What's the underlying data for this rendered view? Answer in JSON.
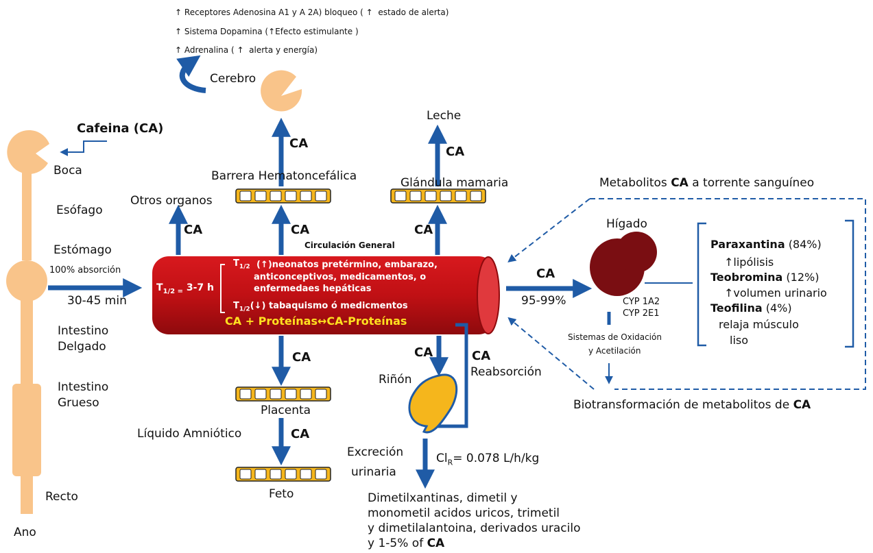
{
  "brain_effects": {
    "line1": "Receptores Adenosina A1 y A 2A) bloqueo (",
    "line1_tail": "estado de alerta)",
    "line2": "Sistema Dopamina (",
    "line2_tail": "Efecto estimulante )",
    "line3": "Adrenalina (",
    "line3_tail": "alerta y energía)"
  },
  "labels": {
    "cerebro": "Cerebro",
    "cafeina": "Cafeina (CA)",
    "boca": "Boca",
    "esofago": "Esófago",
    "estomago": "Estómago",
    "absorcion": "100% absorción",
    "tiempo": "30-45 min",
    "intestino_delgado_1": "Intestino",
    "intestino_delgado_2": "Delgado",
    "intestino_grueso_1": "Intestino",
    "intestino_grueso_2": "Grueso",
    "recto": "Recto",
    "ano": "Ano",
    "leche": "Leche",
    "barrera": "Barrera Hematoncefálica",
    "glandula": "Glándula mamaria",
    "otros_organos": "Otros organos",
    "circulacion": "Circulación General",
    "placenta": "Placenta",
    "liquido": "Líquido Amniótico",
    "feto": "Feto",
    "rinon": "Riñón",
    "reabsorcion": "Reabsorción",
    "excrecion_1": "Excreción",
    "excrecion_2": "urinaria",
    "clearance": "= 0.078 L/h/kg",
    "clearance_prefix": "Cl",
    "clearance_sub": "R",
    "ca": "CA",
    "metabolitos_title_pre": "Metabolitos ",
    "metabolitos_title_ca": "CA",
    "metabolitos_title_post": " a torrente sanguíneo",
    "higado": "Hígado",
    "pct_95": "95-99%",
    "cyp1": "CYP 1A2",
    "cyp2": "CYP 2E1",
    "sistemas_1": "Sistemas de Oxidación",
    "sistemas_2": "y Acetilación",
    "biotrans_pre": "Biotransformación de metabolitos de ",
    "biotrans_ca": "CA"
  },
  "vessel": {
    "t_half": "T",
    "t_half_sub": "1/2 =",
    "t_half_val": "3-7 h",
    "up_line1": "neonatos pretérmino, embarazo,",
    "up_line2": "anticonceptivos, medicamentos, o",
    "up_line3": "enfermedaes hepáticas",
    "down_line": "tabaquismo ó medicmentos",
    "t12": "T",
    "t12_sub": "1/2",
    "equation": "CA + Proteínas↔CA-Proteínas"
  },
  "metabolites": {
    "para_name": "Paraxantina",
    "para_pct": " (84%)",
    "para_effect": "lipólisis",
    "teob_name": "Teobromina",
    "teob_pct": " (12%)",
    "teob_effect": "volumen urinario",
    "teof_name": "Teofilina",
    "teof_pct": " (4%)",
    "teof_effect1": "relaja músculo",
    "teof_effect2": "liso"
  },
  "urine_products": {
    "line1": "Dimetilxantinas, dimetil y",
    "line2": "monometil acidos uricos, trimetil",
    "line3": "y dimetilalantoina, derivados uracilo",
    "line4_pre": "y 1-5% of ",
    "line4_ca": "CA"
  },
  "colors": {
    "arrow": "#1f5ba6",
    "organ": "#f9c48a",
    "vessel": "#c01014",
    "liver": "#7a0e12",
    "kidney": "#f5b61c",
    "barrier": "#f5b61c",
    "equation": "#ffe020"
  }
}
